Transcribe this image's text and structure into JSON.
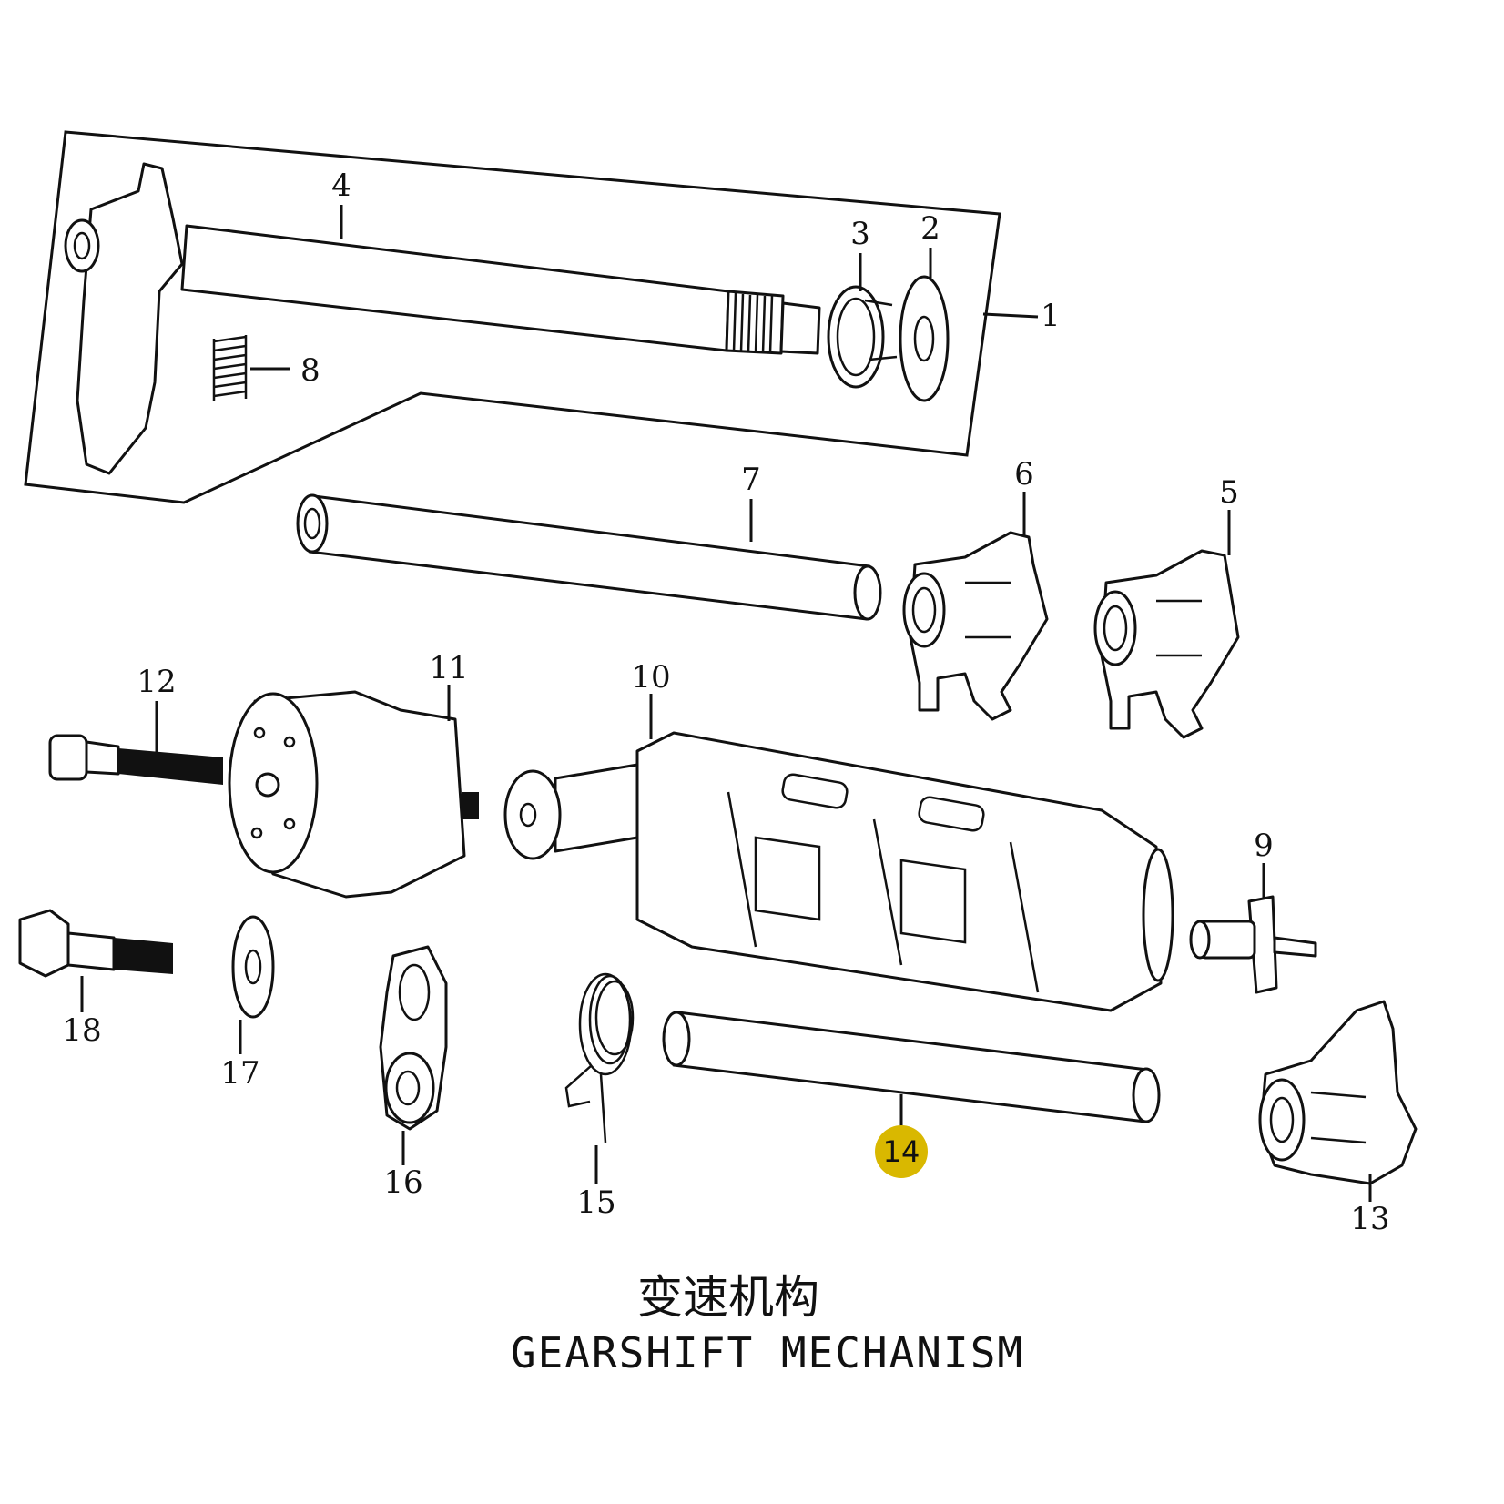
{
  "title_cn": "变速机构",
  "title_en": "GEARSHIFT MECHANISM",
  "highlight_color": "#d9b800",
  "callouts": [
    {
      "id": "1",
      "label": "1"
    },
    {
      "id": "2",
      "label": "2"
    },
    {
      "id": "3",
      "label": "3"
    },
    {
      "id": "4",
      "label": "4"
    },
    {
      "id": "5",
      "label": "5"
    },
    {
      "id": "6",
      "label": "6"
    },
    {
      "id": "7",
      "label": "7"
    },
    {
      "id": "8",
      "label": "8"
    },
    {
      "id": "9",
      "label": "9"
    },
    {
      "id": "10",
      "label": "10"
    },
    {
      "id": "11",
      "label": "11"
    },
    {
      "id": "12",
      "label": "12"
    },
    {
      "id": "13",
      "label": "13"
    },
    {
      "id": "14",
      "label": "14",
      "highlighted": true
    },
    {
      "id": "15",
      "label": "15"
    },
    {
      "id": "16",
      "label": "16"
    },
    {
      "id": "17",
      "label": "17"
    },
    {
      "id": "18",
      "label": "18"
    }
  ]
}
